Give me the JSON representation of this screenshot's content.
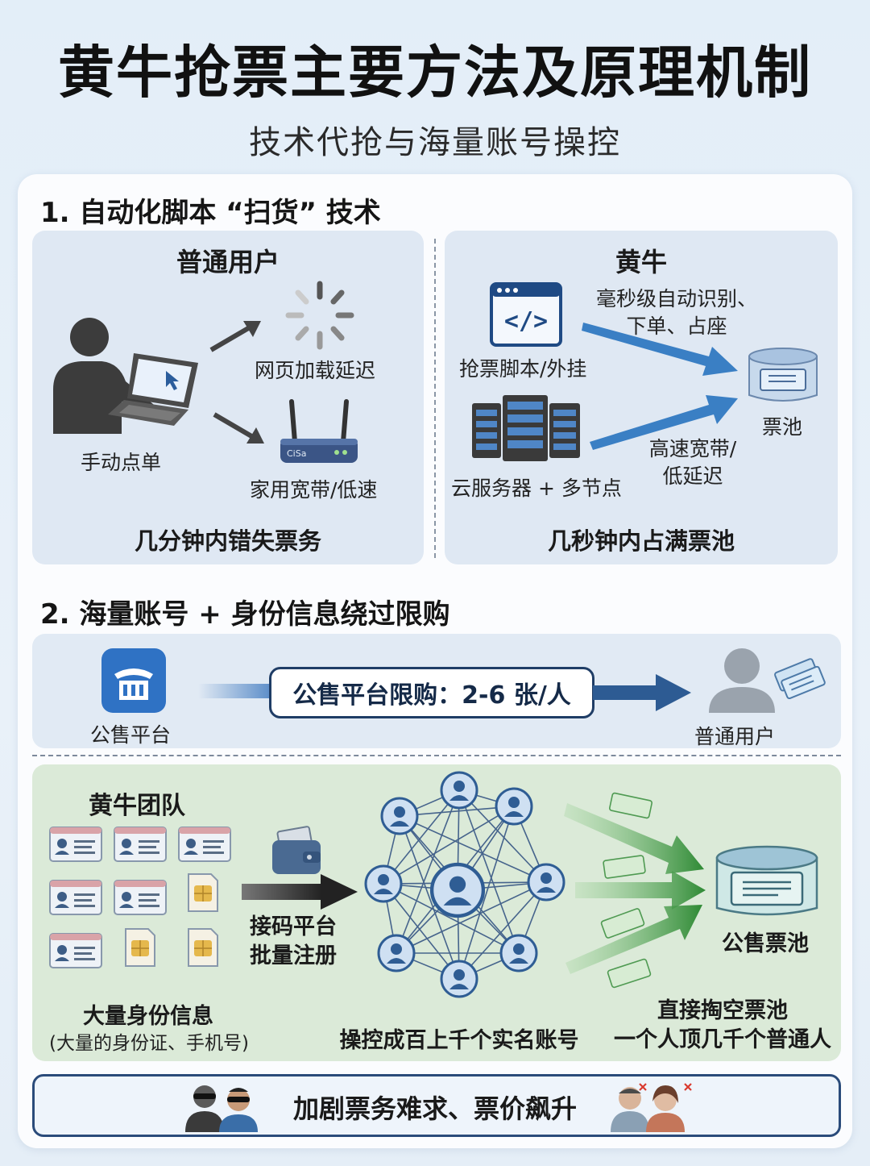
{
  "title": "黄牛抢票主要方法及原理机制",
  "subtitle": "技术代抢与海量账号操控",
  "section1": {
    "heading": "1. 自动化脚本 “扫货” 技术",
    "left": {
      "title": "普通用户",
      "manual_label": "手动点单",
      "loading_label": "网页加载延迟",
      "router_label": "家用宽带/低速",
      "router_brand": "CiSa",
      "conclusion": "几分钟内错失票务"
    },
    "right": {
      "title": "黄牛",
      "script_label": "抢票脚本/外挂",
      "code_glyph": "</>",
      "auto_label_line1": "毫秒级自动识别、",
      "auto_label_line2": "下单、占座",
      "server_label": "云服务器 + 多节点",
      "speed_label_line1": "高速宽带/",
      "speed_label_line2": "低延迟",
      "pool_label": "票池",
      "conclusion": "几秒钟内占满票池"
    }
  },
  "section2": {
    "heading": "2. 海量账号 + 身份信息绕过限购",
    "platform_label": "公售平台",
    "limit_text": "公售平台限购：2-6 张/人",
    "user_label": "普通用户",
    "team_title": "黄牛团队",
    "ids_label": "大量身份信息",
    "ids_sub": "(大量的身份证、手机号)",
    "sms_label_line1": "接码平台",
    "sms_label_line2": "批量注册",
    "network_label": "操控成百上千个实名账号",
    "pool_label": "公售票池",
    "result_line1": "直接掏空票池",
    "result_line2": "一个人顶几千个普通人"
  },
  "footer": {
    "text": "加剧票务难求、票价飙升"
  },
  "colors": {
    "navy": "#1f3d66",
    "blue_arrow": "#3a7fc4",
    "green_arrow": "#3d9a3f",
    "panel_blue": "#dfe8f3",
    "panel_green": "#dbead8"
  }
}
